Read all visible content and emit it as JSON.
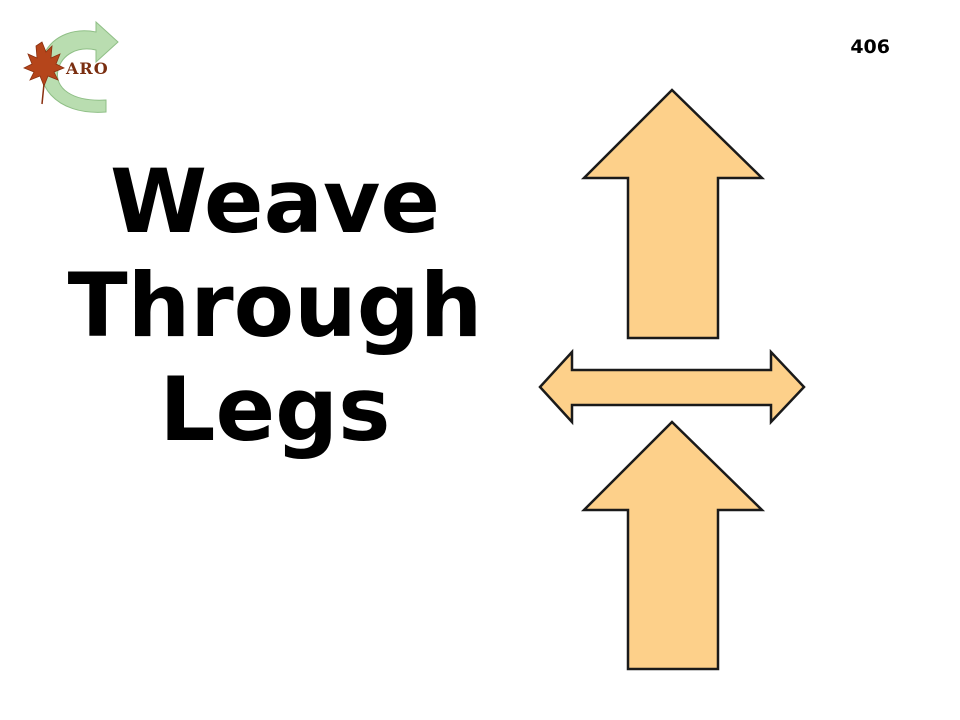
{
  "logo": {
    "text": "ARO",
    "colors": {
      "leaf": "#b5451b",
      "arrow": "#b9ddb0",
      "text": "#7a2e10"
    }
  },
  "sign_number": "406",
  "title_lines": [
    "Weave",
    "Through",
    "Legs"
  ],
  "arrows": {
    "fill": "#fdd08a",
    "stroke": "#1a1a1a"
  }
}
